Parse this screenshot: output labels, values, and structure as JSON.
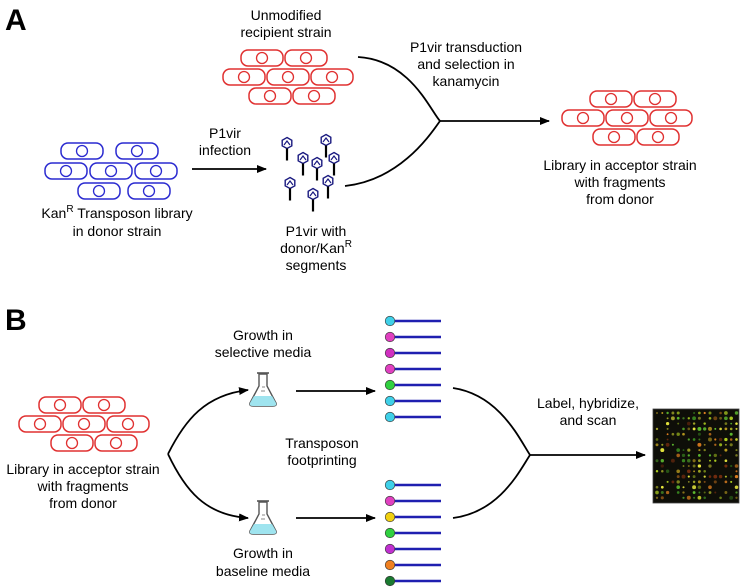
{
  "panel_a": {
    "letter": "A",
    "recipient_label": [
      "Unmodified",
      "recipient strain"
    ],
    "transduction_label": [
      "P1vir transduction",
      "and selection in",
      "kanamycin"
    ],
    "infection_label": [
      "P1vir",
      "infection"
    ],
    "donor_label": [
      "Transposon library",
      "in donor strain"
    ],
    "kan": "Kan",
    "kan_sup": "R",
    "phage_label": [
      "P1vir with",
      "donor/Kan",
      "segments"
    ],
    "acceptor_label": [
      "Library in acceptor strain",
      "with fragments",
      "from donor"
    ]
  },
  "panel_b": {
    "letter": "B",
    "library_label": [
      "Library in acceptor strain",
      "with fragments",
      "from donor"
    ],
    "selective_label": [
      "Growth in",
      "selective media"
    ],
    "baseline_label": [
      "Growth in",
      "baseline media"
    ],
    "footprinting_label": [
      "Transposon",
      "footprinting"
    ],
    "scan_label": [
      "Label, hybridize,",
      "and scan"
    ]
  },
  "colors": {
    "donor_cell": "#2a2ad0",
    "recipient_cell": "#e03030",
    "phage": "#1a1a80",
    "probe_line": "#1f1fb0",
    "flask_liquid": "#9fe4ef",
    "selective_dots": [
      "#3fd0e8",
      "#e040c0",
      "#d030c0",
      "#e040c0",
      "#30d040",
      "#3fd0e8",
      "#3fd0e8"
    ],
    "baseline_dots": [
      "#3fd0e8",
      "#e040c0",
      "#f0d010",
      "#30d040",
      "#c030d0",
      "#f08020",
      "#1a7a30"
    ]
  }
}
